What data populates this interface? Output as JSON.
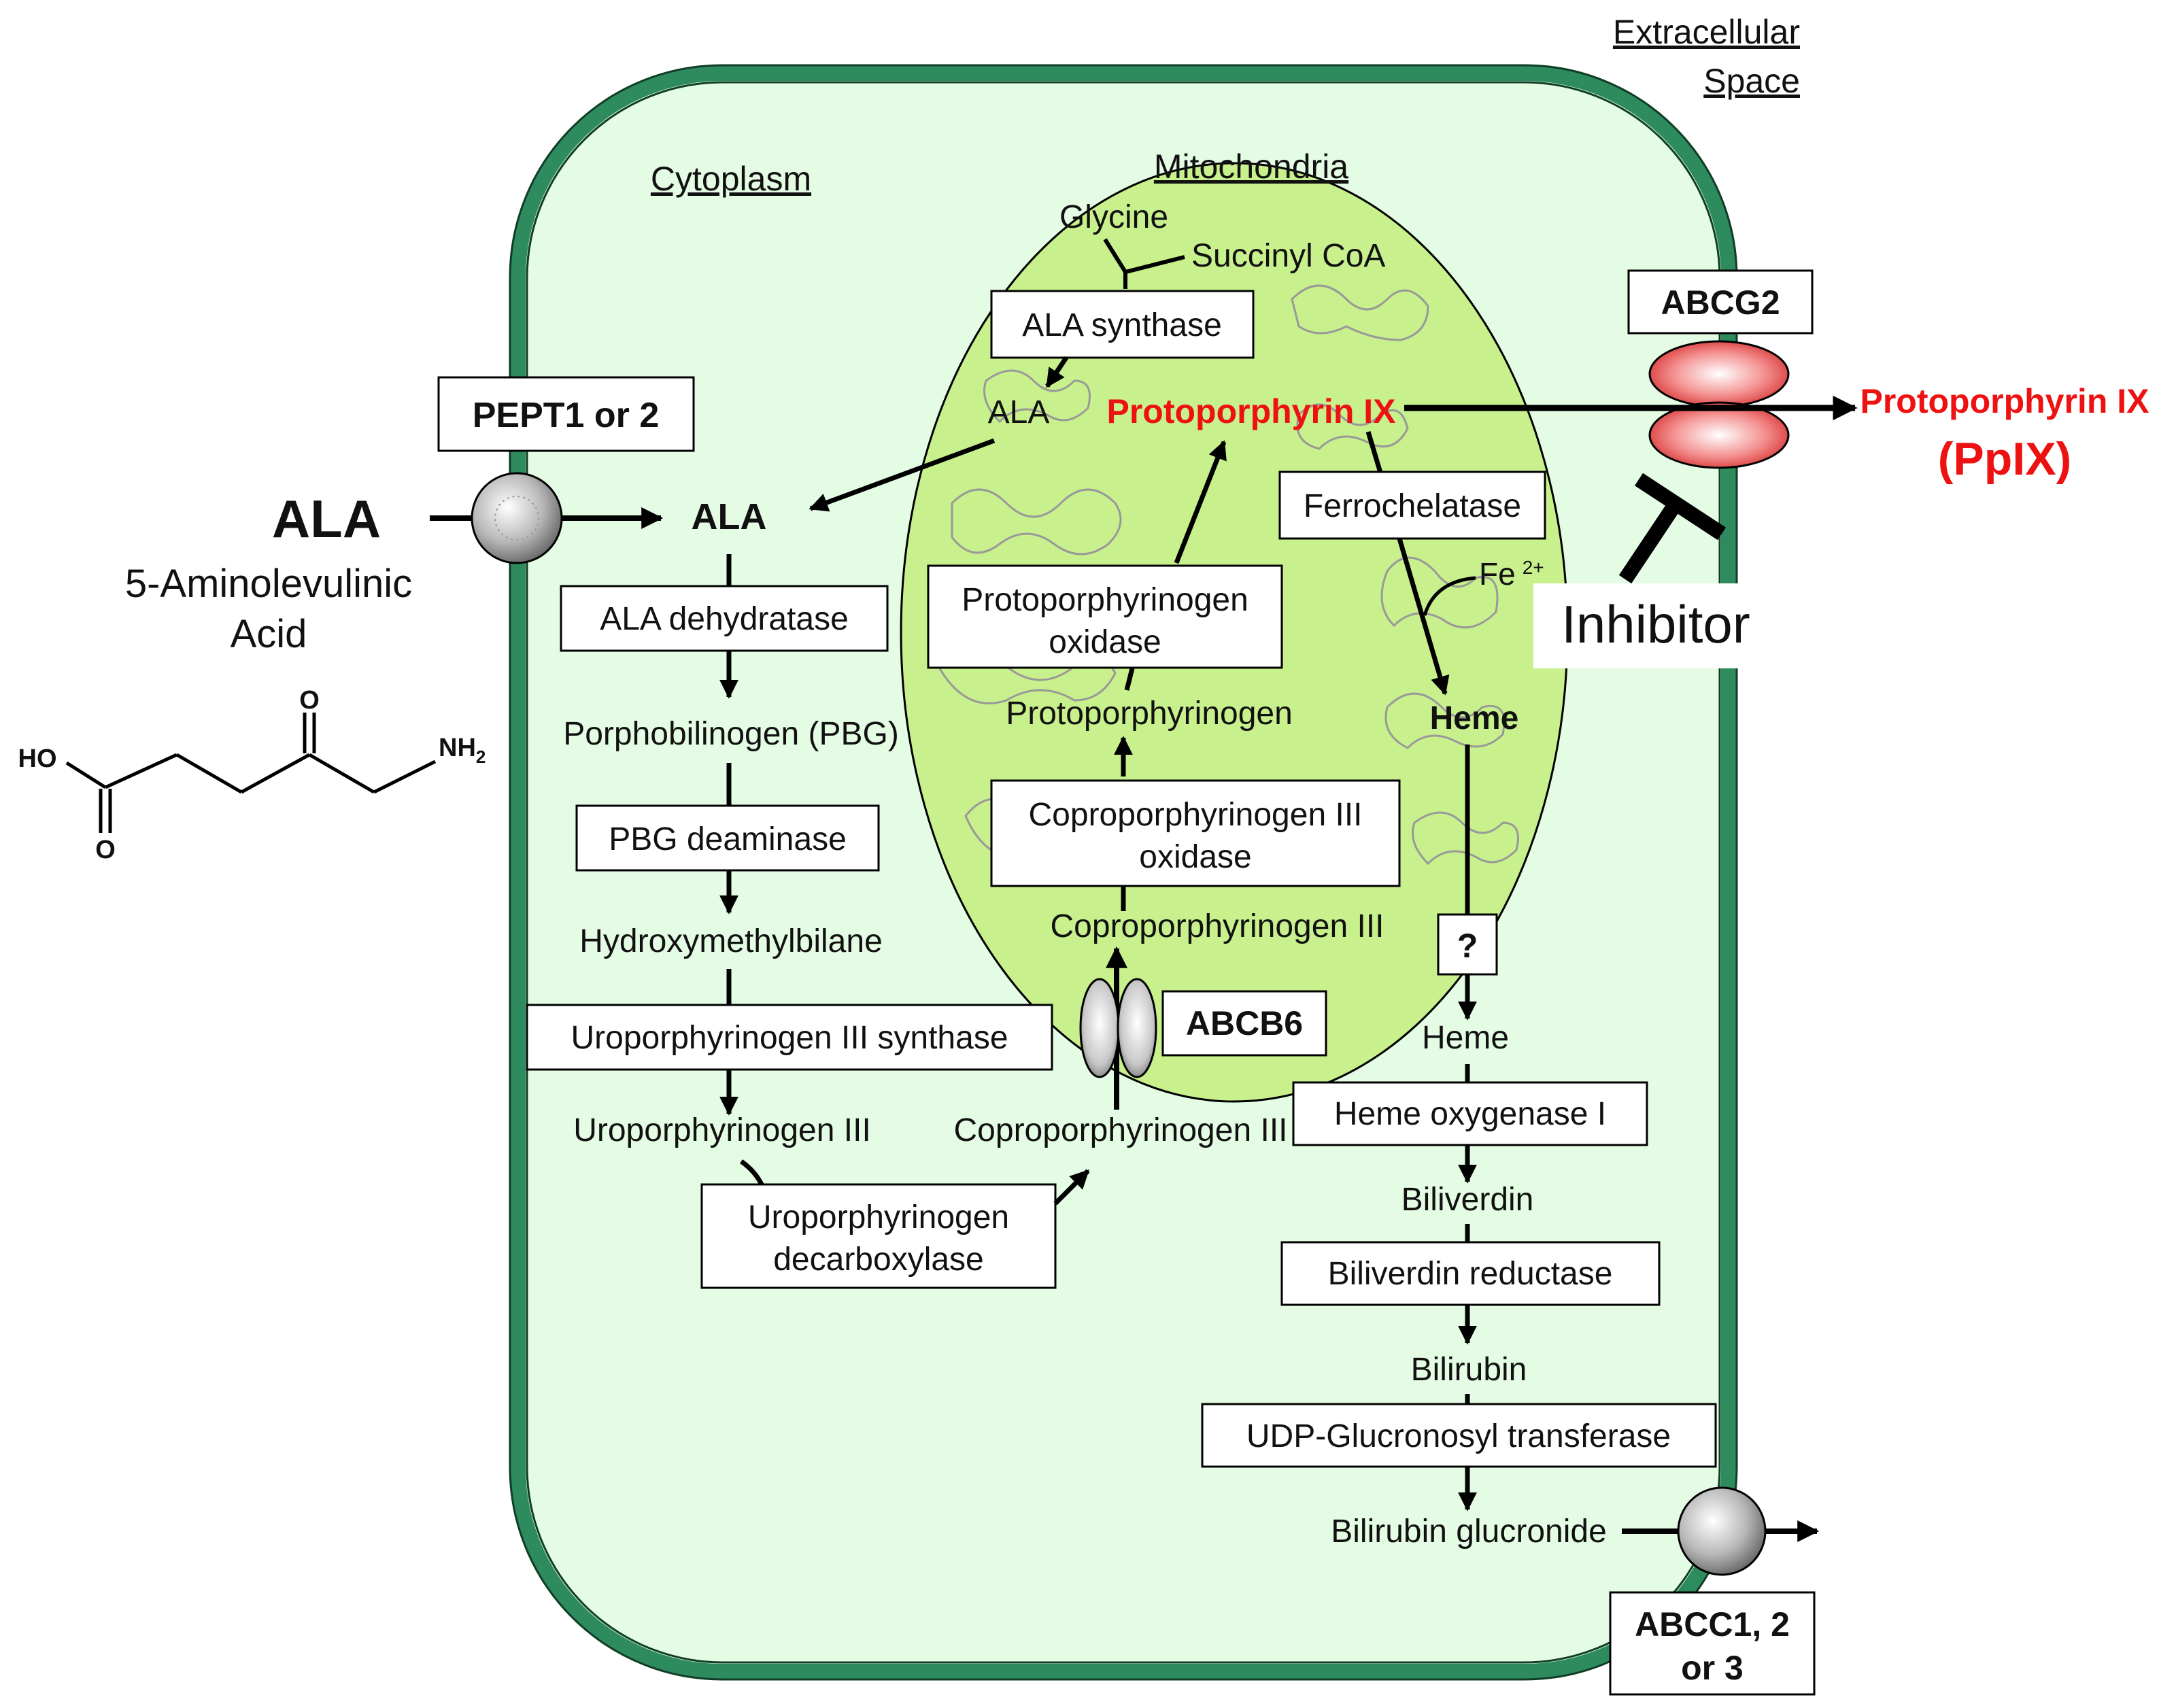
{
  "regions": {
    "extracellular": [
      "Extracellular",
      "Space"
    ],
    "cytoplasm": "Cytoplasm",
    "mitochondria": "Mitochondria"
  },
  "transporters": {
    "pept": "PEPT1 or 2",
    "abcg2": "ABCG2",
    "abcb6": "ABCB6",
    "abcc": [
      "ABCC1, 2",
      "or 3"
    ]
  },
  "outside": {
    "ala_title": "ALA",
    "ala_name": [
      "5-Aminolevulinic",
      "Acid"
    ],
    "structure": {
      "ho": "HO",
      "o_top": "O",
      "o_bottom": "O",
      "nh2": "NH",
      "nh2_sub": "2"
    },
    "product": "Protoporphyrin IX",
    "product_abbr": "(PpIX)",
    "inhibitor": "Inhibitor"
  },
  "mito": {
    "glycine": "Glycine",
    "succinyl": "Succinyl CoA",
    "ala_synthase": "ALA synthase",
    "ala": "ALA",
    "ppix": "Protoporphyrin IX",
    "ferrochelatase": "Ferrochelatase",
    "fe": "Fe",
    "fe_charge": "2+",
    "heme": "Heme",
    "protogen_oxidase": [
      "Protoporphyrinogen",
      "oxidase"
    ],
    "protogen": "Protoporphyrinogen",
    "copro_oxidase": [
      "Coproporphyrinogen III",
      "oxidase"
    ],
    "copro": "Coproporphyrinogen III"
  },
  "cyto": {
    "ala": "ALA",
    "ala_dehydratase": "ALA dehydratase",
    "pbg": "Porphobilinogen (PBG)",
    "pbg_deaminase": "PBG deaminase",
    "hmb": "Hydroxymethylbilane",
    "uro_synthase": "Uroporphyrinogen III synthase",
    "uro": "Uroporphyrinogen III",
    "uro_decarb": [
      "Uroporphyrinogen",
      "decarboxylase"
    ],
    "copro": "Coproporphyrinogen III",
    "unknown": "?",
    "heme": "Heme",
    "heme_oxygenase": "Heme oxygenase I",
    "biliverdin": "Biliverdin",
    "biliverdin_reductase": "Biliverdin reductase",
    "bilirubin": "Bilirubin",
    "udp": "UDP-Glucronosyl transferase",
    "bili_gluc": "Bilirubin glucronide"
  },
  "colors": {
    "cell_fill": "#e4fbe4",
    "cell_border": "#2e8b5e",
    "mito_fill": "#c8f08c",
    "highlight": "#ee1111",
    "abcg2": "#f07070"
  }
}
